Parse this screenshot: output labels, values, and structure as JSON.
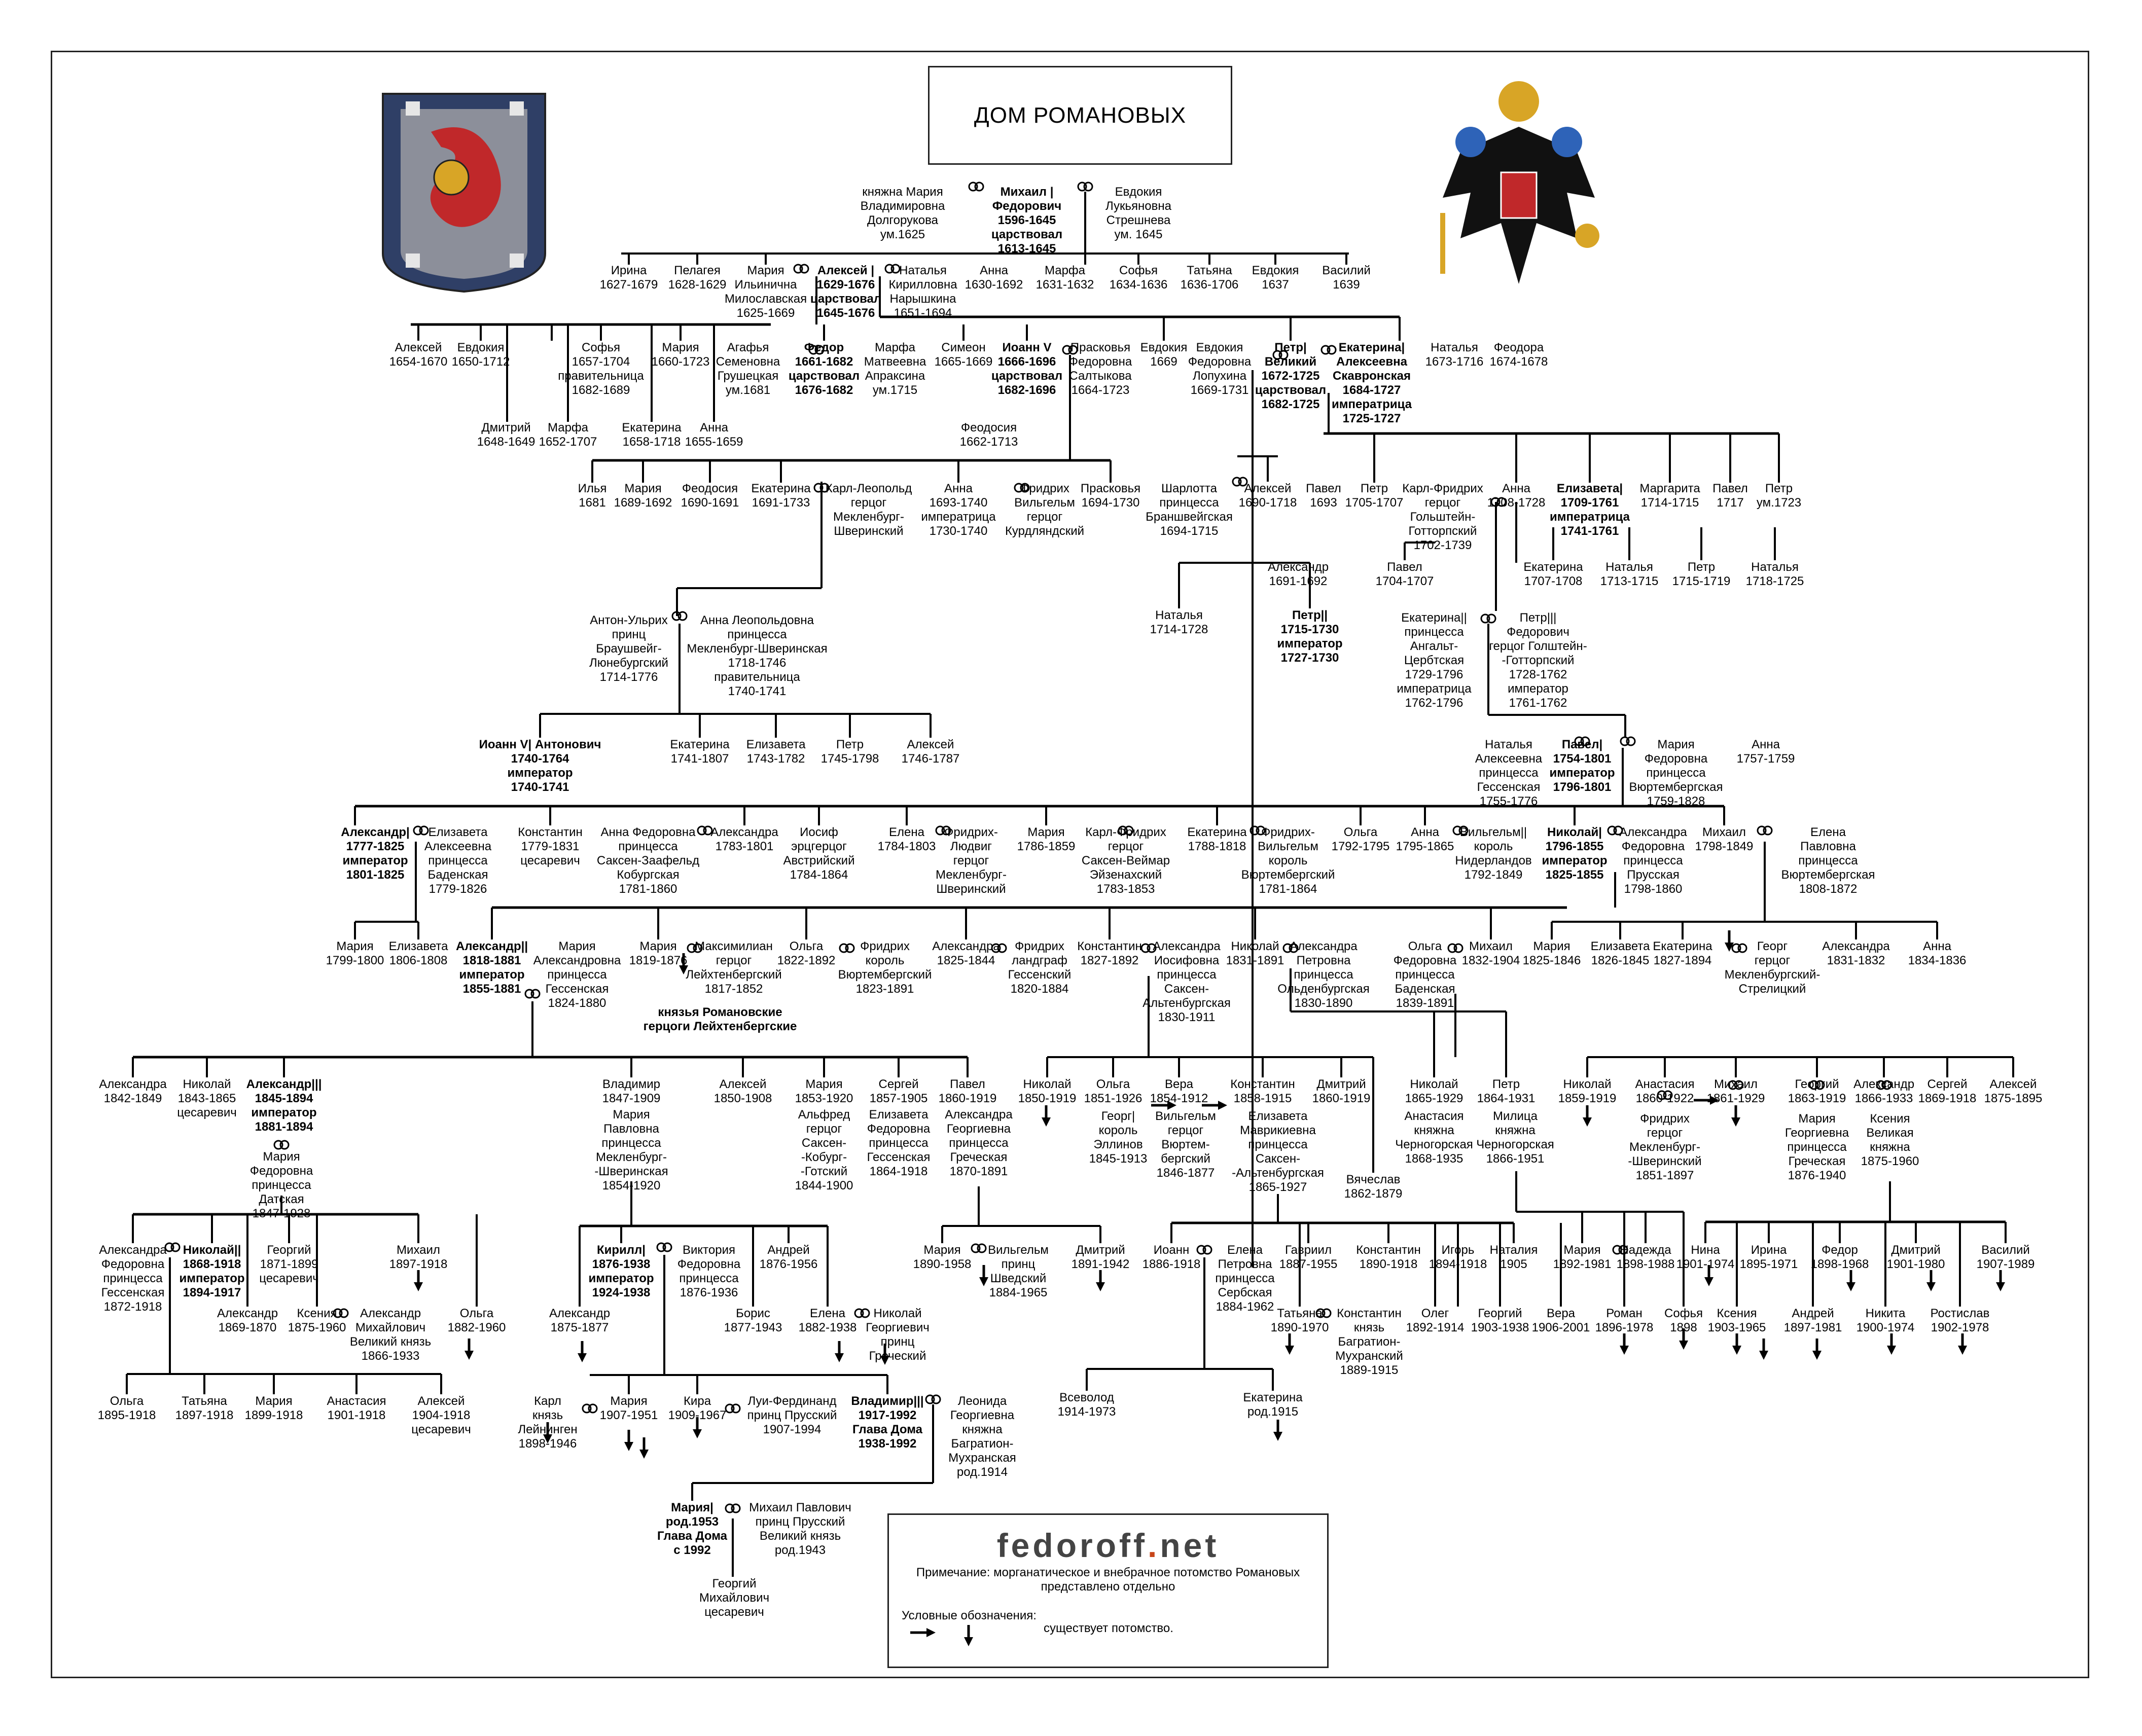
{
  "title": "ДОМ РОМАНОВЫХ",
  "brand": {
    "name": "fedoroff",
    "dot": ".",
    "tld": "net"
  },
  "legend": {
    "note": "Примечание: морганатическое и внебрачное потомство Романовых\nпредставлено отдельно",
    "label": "Условные обозначения:",
    "text": "существует потомство."
  },
  "colors": {
    "line": "#000000",
    "brand": "#444444",
    "brand_dot": "#c8461a",
    "shield_left": "#2f3f66",
    "shield_red": "#c0282a",
    "eagle": "#111111",
    "crown_gold": "#d8a526"
  },
  "icons": {
    "marriage": "marriage-rings-icon",
    "descendants_down": "arrow-down-icon",
    "descendants_right": "arrow-right-icon",
    "coat_of_arms_left": "coat-of-arms-romanov-icon",
    "coat_of_arms_right": "double-headed-eagle-icon"
  },
  "nodes": [
    {
      "id": "maria_dolg",
      "text": "княжна Мария\nВладимировна\nДолгорукова\nум.1625"
    },
    {
      "id": "mikhail",
      "text": "Михаил |\nФедорович\n1596-1645\nцарствовал\n1613-1645",
      "bold": true
    },
    {
      "id": "evdokia_str",
      "text": "Евдокия\nЛукьяновна\nСтрешнева\nум. 1645"
    },
    {
      "id": "irina1",
      "text": "Ирина\n1627-1679"
    },
    {
      "id": "pelageya1",
      "text": "Пелагея\n1628-1629"
    },
    {
      "id": "maria_milosl",
      "text": "Мария\nИльинична\nМилославская\n1625-1669"
    },
    {
      "id": "aleksei1",
      "text": "Алексей |\n1629-1676\nцарствовал\n1645-1676",
      "bold": true
    },
    {
      "id": "natalya_nar",
      "text": "Наталья\nКирилловна\nНарышкина\n1651-1694"
    },
    {
      "id": "anna1",
      "text": "Анна\n1630-1692"
    },
    {
      "id": "marfa1",
      "text": "Марфа\n1631-1632"
    },
    {
      "id": "sofya1",
      "text": "Софья\n1634-1636"
    },
    {
      "id": "tatyana1",
      "text": "Татьяна\n1636-1706"
    },
    {
      "id": "evdokia1",
      "text": "Евдокия\n1637"
    },
    {
      "id": "vasily1",
      "text": "Василий\n1639"
    },
    {
      "id": "aleksei2",
      "text": "Алексей\n1654-1670"
    },
    {
      "id": "evdokia2",
      "text": "Евдокия\n1650-1712"
    },
    {
      "id": "sofya2",
      "text": "Софья\n1657-1704\nправительница\n1682-1689"
    },
    {
      "id": "maria2",
      "text": "Мария\n1660-1723"
    },
    {
      "id": "agafya",
      "text": "Агафья\nСеменовна\nГрушецкая\nум.1681"
    },
    {
      "id": "fedor3",
      "text": "Федор\n1661-1682\nцарствовал\n1676-1682",
      "bold": true
    },
    {
      "id": "marfa_apr",
      "text": "Марфа\nМатвеевна\nАпраксина\nум.1715"
    },
    {
      "id": "simeon",
      "text": "Симеон\n1665-1669"
    },
    {
      "id": "ioann5",
      "text": "Иоанн V\n1666-1696\nцарствовал\n1682-1696",
      "bold": true
    },
    {
      "id": "praskovya_salt",
      "text": "Прасковья\nФедоровна\nСалтыкова\n1664-1723"
    },
    {
      "id": "evdokia3",
      "text": "Евдокия\n1669"
    },
    {
      "id": "evdokia_lop",
      "text": "Евдокия\nФедоровна\nЛопухина\n1669-1731"
    },
    {
      "id": "petr1",
      "text": "Петр|\nВеликий\n1672-1725\nцарствовал\n1682-1725",
      "bold": true
    },
    {
      "id": "ekaterina1",
      "text": "Екатерина|\nАлексеевна\nСкавронская\n1684-1727\nимператрица\n1725-1727",
      "bold": true
    },
    {
      "id": "natalya2",
      "text": "Наталья\n1673-1716"
    },
    {
      "id": "feodora",
      "text": "Феодора\n1674-1678"
    },
    {
      "id": "dmitry1",
      "text": "Дмитрий\n1648-1649"
    },
    {
      "id": "marfa2",
      "text": "Марфа\n1652-1707"
    },
    {
      "id": "ekaterina2",
      "text": "Екатерина\n1658-1718"
    },
    {
      "id": "anna2",
      "text": "Анна\n1655-1659"
    },
    {
      "id": "feodosia",
      "text": "Феодосия\n1662-1713"
    },
    {
      "id": "ilya",
      "text": "Илья\n1681"
    },
    {
      "id": "maria3",
      "text": "Мария\n1689-1692"
    },
    {
      "id": "feodosia2",
      "text": "Феодосия\n1690-1691"
    },
    {
      "id": "ekaterina3",
      "text": "Екатерина\n1691-1733"
    },
    {
      "id": "karl_leop",
      "text": "Карл-Леопольд\nгерцог\nМекленбург-\nШверинский"
    },
    {
      "id": "anna_ioann",
      "text": "Анна\n1693-1740\nимператрица\n1730-1740"
    },
    {
      "id": "friedrich_kurl",
      "text": "Фридрих\nВильгельм\nгерцог\nКурдляндский"
    },
    {
      "id": "praskovya2",
      "text": "Прасковья\n1694-1730"
    },
    {
      "id": "charlotta",
      "text": "Шарлотта\nпринцесса\nБраншвейгская\n1694-1715"
    },
    {
      "id": "aleksei_petr",
      "text": "Алексей\n1690-1718"
    },
    {
      "id": "pavel1",
      "text": "Павел\n1693"
    },
    {
      "id": "petr_s1",
      "text": "Петр\n1705-1707"
    },
    {
      "id": "karl_fried",
      "text": "Карл-Фридрих\nгерцог\nГольштейн-\nГотторпский\n1702-1739"
    },
    {
      "id": "anna_p",
      "text": "Анна\n1708-1728"
    },
    {
      "id": "elizaveta",
      "text": "Елизавета|\n1709-1761\nимператрица\n1741-1761",
      "bold": true
    },
    {
      "id": "margarita",
      "text": "Маргарита\n1714-1715"
    },
    {
      "id": "pavel_s",
      "text": "Павел\n1717"
    },
    {
      "id": "petr_s3",
      "text": "Петр\nум.1723"
    },
    {
      "id": "pavel_s2",
      "text": "Павел\n1704-1707"
    },
    {
      "id": "ekaterina_s",
      "text": "Екатерина\n1707-1708"
    },
    {
      "id": "natalya_s",
      "text": "Наталья\n1713-1715"
    },
    {
      "id": "petr_s2",
      "text": "Петр\n1715-1719"
    },
    {
      "id": "natalya_s2",
      "text": "Наталья\n1718-1725"
    },
    {
      "id": "aleksandr_a",
      "text": "Александр\n1691-1692"
    },
    {
      "id": "natalya_a",
      "text": "Наталья\n1714-1728"
    },
    {
      "id": "petr2",
      "text": "Петр||\n1715-1730\nимператор\n1727-1730",
      "bold": true
    },
    {
      "id": "ekaterina_ii",
      "text": "Екатерина||\nпринцесса\nАнгальт-\nЦербтская\n1729-1796\nимператрица\n1762-1796"
    },
    {
      "id": "petr3",
      "text": "Петр|||\nФедорович\nгерцог Голштейн-\n-Готторпский\n1728-1762\nимператор\n1761-1762"
    },
    {
      "id": "anton_ulrich",
      "text": "Антон-Ульрих\nпринц\nБраушвейг-\nЛюнебургский\n1714-1776"
    },
    {
      "id": "anna_leop",
      "text": "Анна Леопольдовна\nпринцесса\nМекленбург-Шверинская\n1718-1746\nправительница\n1740-1741"
    },
    {
      "id": "ioann6",
      "text": "Иоанн V| Антонович\n1740-1764\nимператор\n1740-1741",
      "bold": true
    },
    {
      "id": "ekaterina_b",
      "text": "Екатерина\n1741-1807"
    },
    {
      "id": "elizaveta_b",
      "text": "Елизавета\n1743-1782"
    },
    {
      "id": "petr_b",
      "text": "Петр\n1745-1798"
    },
    {
      "id": "aleksei_b",
      "text": "Алексей\n1746-1787"
    },
    {
      "id": "natalya_gess",
      "text": "Наталья\nАлексеевна\nпринцесса\nГессенская\n1755-1776"
    },
    {
      "id": "pavel1_emp",
      "text": "Павел|\n1754-1801\nимператор\n1796-1801",
      "bold": true
    },
    {
      "id": "maria_wurt",
      "text": "Мария\nФедоровна\nпринцесса\nВюртембергская\n1759-1828"
    },
    {
      "id": "anna_pe",
      "text": "Анна\n1757-1759"
    },
    {
      "id": "aleksandr1",
      "text": "Александр|\n1777-1825\nимператор\n1801-1825",
      "bold": true
    },
    {
      "id": "elizaveta_bad",
      "text": "Елизавета\nАлексеевна\nпринцесса\nБаденская\n1779-1826"
    },
    {
      "id": "konstantin1",
      "text": "Константин\n1779-1831\nцесаревич"
    },
    {
      "id": "anna_fed",
      "text": "Анна Федоровна\nпринцесса\nСаксен-Заафельд\nКобургская\n1781-1860"
    },
    {
      "id": "aleksandra1",
      "text": "Александра\n1783-1801"
    },
    {
      "id": "iosif",
      "text": "Иосиф\nэрцгерцог\nАвстрийский\n1784-1864"
    },
    {
      "id": "elena1",
      "text": "Елена\n1784-1803"
    },
    {
      "id": "friedrich_ludw",
      "text": "Фридрих-\nЛюдвиг\nгерцог\nМекленбург-\nШверинский"
    },
    {
      "id": "maria_p",
      "text": "Мария\n1786-1859"
    },
    {
      "id": "karl_fried_w",
      "text": "Карл-Фридрих\nгерцог\nСаксен-Веймар\nЭйзенахский\n1783-1853"
    },
    {
      "id": "ekaterina_p",
      "text": "Екатерина\n1788-1818"
    },
    {
      "id": "fried_wilh_w",
      "text": "Фридрих-\nВильгельм\nкороль\nВюртембергский\n1781-1864"
    },
    {
      "id": "olga_p",
      "text": "Ольга\n1792-1795"
    },
    {
      "id": "anna_pp",
      "text": "Анна\n1795-1865"
    },
    {
      "id": "wilhelm2",
      "text": "Вильгельм||\nкороль\nНидерландов\n1792-1849"
    },
    {
      "id": "nikolai1",
      "text": "Николай|\n1796-1855\nимператор\n1825-1855",
      "bold": true
    },
    {
      "id": "aleksandra_fed",
      "text": "Александра\nФедоровна\nпринцесса\nПрусская\n1798-1860"
    },
    {
      "id": "mikhail_p",
      "text": "Михаил\n1798-1849"
    },
    {
      "id": "elena_pav",
      "text": "Елена\nПавловна\nпринцесса\nВюртембергская\n1808-1872"
    },
    {
      "id": "maria_a",
      "text": "Мария\n1799-1800"
    },
    {
      "id": "elizaveta_a",
      "text": "Елизавета\n1806-1808"
    },
    {
      "id": "aleksandr2",
      "text": "Александр||\n1818-1881\nимператор\n1855-1881",
      "bold": true
    },
    {
      "id": "maria_gess",
      "text": "Мария\nАлександровна\nпринцесса\nГессенская\n1824-1880"
    },
    {
      "id": "maria_n",
      "text": "Мария\n1819-1876"
    },
    {
      "id": "maximilian",
      "text": "Максимилиан\nгерцог\nЛейхтенбергский\n1817-1852"
    },
    {
      "id": "leicht",
      "text": "князья Романовские\nгерцоги Лейхтенбергские",
      "bold": true
    },
    {
      "id": "olga_n",
      "text": "Ольга\n1822-1892"
    },
    {
      "id": "friedrich_k",
      "text": "Фридрих\nкороль\nВюртембергский\n1823-1891"
    },
    {
      "id": "aleksandra_n",
      "text": "Александра\n1825-1844"
    },
    {
      "id": "friedrich_l",
      "text": "Фридрих\nландграф\nГессенский\n1820-1884"
    },
    {
      "id": "konstantin_n",
      "text": "Константин\n1827-1892"
    },
    {
      "id": "aleksandra_ios",
      "text": "Александра\nИосифовна\nпринцесса\nСаксен-\nАльтенбургская\n1830-1911"
    },
    {
      "id": "nikolai_n",
      "text": "Николай\n1831-1891"
    },
    {
      "id": "aleksandra_petr",
      "text": "Александра\nПетровна\nпринцесса\nОльденбургская\n1830-1890"
    },
    {
      "id": "olga_fed",
      "text": "Ольга\nФедоровна\nпринцесса\nБаденская\n1839-1891"
    },
    {
      "id": "mikhail_n",
      "text": "Михаил\n1832-1904"
    },
    {
      "id": "maria_m",
      "text": "Мария\n1825-1846"
    },
    {
      "id": "elizaveta_m",
      "text": "Елизавета\n1826-1845"
    },
    {
      "id": "ekaterina_m",
      "text": "Екатерина\n1827-1894"
    },
    {
      "id": "georg_meckl",
      "text": "Георг\nгерцог\nМекленбургский-\nСтрелицкий"
    },
    {
      "id": "aleksandra_m",
      "text": "Александра\n1831-1832"
    },
    {
      "id": "anna_m",
      "text": "Анна\n1834-1836"
    },
    {
      "id": "aleksandra_a2",
      "text": "Александра\n1842-1849"
    },
    {
      "id": "nikolai_a2",
      "text": "Николай\n1843-1865\nцесаревич"
    },
    {
      "id": "aleksandr3",
      "text": "Александр|||\n1845-1894\nимператор\n1881-1894",
      "bold": true
    },
    {
      "id": "maria_dat",
      "text": "Мария\nФедоровна\nпринцесса\nДатская\n1847-1928"
    },
    {
      "id": "vladimir_a",
      "text": "Владимир\n1847-1909"
    },
    {
      "id": "maria_pavl",
      "text": "Мария\nПавловна\nпринцесса\nМекленбург-\n-Шверинская\n1854-1920"
    },
    {
      "id": "aleksei_a2",
      "text": "Алексей\n1850-1908"
    },
    {
      "id": "maria_a2",
      "text": "Мария\n1853-1920"
    },
    {
      "id": "alfred",
      "text": "Альфред\nгерцог\nСаксен-\n-Кобург-\n-Готский\n1844-1900"
    },
    {
      "id": "sergei_a2",
      "text": "Сергей\n1857-1905"
    },
    {
      "id": "elizaveta_fed",
      "text": "Елизавета\nФедоровна\nпринцесса\nГессенская\n1864-1918"
    },
    {
      "id": "pavel_a2",
      "text": "Павел\n1860-1919"
    },
    {
      "id": "aleksandra_greek",
      "text": "Александра\nГеоргиевна\nпринцесса\nГреческая\n1870-1891"
    },
    {
      "id": "nikolai_k",
      "text": "Николай\n1850-1919"
    },
    {
      "id": "olga_k",
      "text": "Ольга\n1851-1926"
    },
    {
      "id": "georg_k",
      "text": "Георг|\nкороль\nЭллинов\n1845-1913"
    },
    {
      "id": "vera_k",
      "text": "Вера\n1854-1912"
    },
    {
      "id": "wilhelm_g",
      "text": "Вильгельм\nгерцог\nВюртем-\nбергский\n1846-1877"
    },
    {
      "id": "konstantin_k",
      "text": "Константин\n1858-1915"
    },
    {
      "id": "elizaveta_mavr",
      "text": "Елизавета\nМаврикиевна\nпринцесса\nСаксен-\n-Альтенбургская\n1865-1927"
    },
    {
      "id": "dmitry_k",
      "text": "Дмитрий\n1860-1919"
    },
    {
      "id": "vyacheslav",
      "text": "Вячеслав\n1862-1879"
    },
    {
      "id": "nikolai_nn",
      "text": "Николай\n1865-1929"
    },
    {
      "id": "anastasia_chern",
      "text": "Анастасия\nкняжна\nЧерногорская\n1868-1935"
    },
    {
      "id": "petr_nn",
      "text": "Петр\n1864-1931"
    },
    {
      "id": "militsa",
      "text": "Милица\nкняжна\nЧерногорская\n1866-1951"
    },
    {
      "id": "nikolai_mm",
      "text": "Николай\n1859-1919"
    },
    {
      "id": "anastasia_mm",
      "text": "Анастасия\n1860-1922"
    },
    {
      "id": "friedrich_meckl",
      "text": "Фридрих\nгерцог\nМекленбург-\n-Шверинский\n1851-1897"
    },
    {
      "id": "mikhail_mm",
      "text": "Михаил\n1861-1929"
    },
    {
      "id": "georgy_mm",
      "text": "Георгий\n1863-1919"
    },
    {
      "id": "maria_greek",
      "text": "Мария\nГеоргиевна\nпринцесса\nГреческая\n1876-1940"
    },
    {
      "id": "aleksandr_mm",
      "text": "Александр\n1866-1933"
    },
    {
      "id": "ksenia_a3",
      "text": "Ксения\nВеликая\nкняжна\n1875-1960"
    },
    {
      "id": "sergei_mm",
      "text": "Сергей\n1869-1918"
    },
    {
      "id": "aleksei_mm",
      "text": "Алексей\n1875-1895"
    },
    {
      "id": "aleksandra_fed2",
      "text": "Александра\nФедоровна\nпринцесса\nГессенская\n1872-1918"
    },
    {
      "id": "nikolai2",
      "text": "Николай||\n1868-1918\nимператор\n1894-1917",
      "bold": true
    },
    {
      "id": "georgy_a3",
      "text": "Георгий\n1871-1899\nцесаревич"
    },
    {
      "id": "aleksandr_a3",
      "text": "Александр\n1869-1870"
    },
    {
      "id": "ksenia_a3b",
      "text": "Ксения\n1875-1960"
    },
    {
      "id": "aleksandr_mikh",
      "text": "Александр\nМихайлович\nВеликий князь\n1866-1933"
    },
    {
      "id": "mikhail_a3",
      "text": "Михаил\n1897-1918"
    },
    {
      "id": "olga_a3",
      "text": "Ольга\n1882-1960"
    },
    {
      "id": "olga_n2",
      "text": "Ольга\n1895-1918"
    },
    {
      "id": "tatyana_n2",
      "text": "Татьяна\n1897-1918"
    },
    {
      "id": "maria_n2",
      "text": "Мария\n1899-1918"
    },
    {
      "id": "anastasia_n2",
      "text": "Анастасия\n1901-1918"
    },
    {
      "id": "aleksei_n2",
      "text": "Алексей\n1904-1918\nцесаревич"
    },
    {
      "id": "kirill",
      "text": "Кирилл|\n1876-1938\nимператор\n1924-1938",
      "bold": true
    },
    {
      "id": "viktoria",
      "text": "Виктория\nФедоровна\nпринцесса\n1876-1936"
    },
    {
      "id": "andrei_v",
      "text": "Андрей\n1876-1956"
    },
    {
      "id": "aleksandr_v",
      "text": "Александр\n1875-1877"
    },
    {
      "id": "boris_v",
      "text": "Борис\n1877-1943"
    },
    {
      "id": "elena_v",
      "text": "Елена\n1882-1938"
    },
    {
      "id": "nikolai_greek",
      "text": "Николай\nГеоргиевич\nпринц\nГреческий"
    },
    {
      "id": "maria_pa",
      "text": "Мария\n1890-1958"
    },
    {
      "id": "wilhelm_sw",
      "text": "Вильгельм\nпринц\nШведский\n1884-1965"
    },
    {
      "id": "dmitry_pa",
      "text": "Дмитрий\n1891-1942"
    },
    {
      "id": "karl_lein",
      "text": "Карл\nкнязь\nЛейнинген\n1898-1946"
    },
    {
      "id": "maria_k",
      "text": "Мария\n1907-1951"
    },
    {
      "id": "kira_k",
      "text": "Кира\n1909-1967"
    },
    {
      "id": "louis_ferd",
      "text": "Луи-Фердинанд\nпринц Прусский\n1907-1994"
    },
    {
      "id": "vladimir3",
      "text": "Владимир|||\n1917-1992\nГлава Дома\n1938-1992",
      "bold": true
    },
    {
      "id": "leonida",
      "text": "Леонида\nГеоргиевна\nкняжна\nБагратион-\nМухранская\nрод.1914"
    },
    {
      "id": "maria_vl",
      "text": "Мария|\nрод.1953\nГлава Дома\nс 1992",
      "bold": true
    },
    {
      "id": "mikhail_pavl",
      "text": "Михаил Павлович\nпринц Прусский\nВеликий князь\nрод.1943"
    },
    {
      "id": "georgy_mikh",
      "text": "Георгий\nМихайлович\nцесаревич"
    },
    {
      "id": "ioann_k",
      "text": "Иоанн\n1886-1918"
    },
    {
      "id": "elena_serb",
      "text": "Елена\nПетровна\nпринцесса\nСербская\n1884-1962"
    },
    {
      "id": "gavriil",
      "text": "Гавриил\n1887-1955"
    },
    {
      "id": "konstantin_kk",
      "text": "Константин\n1890-1918"
    },
    {
      "id": "igor_k",
      "text": "Игорь\n1894-1918"
    },
    {
      "id": "natalia_k",
      "text": "Наталия\n1905"
    },
    {
      "id": "tatyana_k",
      "text": "Татьяна\n1890-1970"
    },
    {
      "id": "konstantin_bagr",
      "text": "Константин\nкнязь\nБагратион-\nМухранский\n1889-1915"
    },
    {
      "id": "oleg_k",
      "text": "Олег\n1892-1914"
    },
    {
      "id": "georgy_k",
      "text": "Георгий\n1903-1938"
    },
    {
      "id": "vera_kk",
      "text": "Вера\n1906-2001"
    },
    {
      "id": "vsevolod",
      "text": "Всеволод\n1914-1973"
    },
    {
      "id": "ekaterina_k",
      "text": "Екатерина\nрод.1915"
    },
    {
      "id": "maria_nn",
      "text": "Мария\n1892-1981"
    },
    {
      "id": "nadezhda",
      "text": "Надежда\n1898-1988"
    },
    {
      "id": "roman",
      "text": "Роман\n1896-1978"
    },
    {
      "id": "sofya_nn",
      "text": "Софья\n1898"
    },
    {
      "id": "nina",
      "text": "Нина\n1901-1974"
    },
    {
      "id": "irina_a",
      "text": "Ирина\n1895-1971"
    },
    {
      "id": "fedor_a",
      "text": "Федор\n1898-1968"
    },
    {
      "id": "dmitry_a",
      "text": "Дмитрий\n1901-1980"
    },
    {
      "id": "vasily_a",
      "text": "Василий\n1907-1989"
    },
    {
      "id": "ksenia_g",
      "text": "Ксения\n1903-1965"
    },
    {
      "id": "andrei_a",
      "text": "Андрей\n1897-1981"
    },
    {
      "id": "nikita_a",
      "text": "Никита\n1900-1974"
    },
    {
      "id": "rostislav",
      "text": "Ростислав\n1902-1978"
    }
  ]
}
